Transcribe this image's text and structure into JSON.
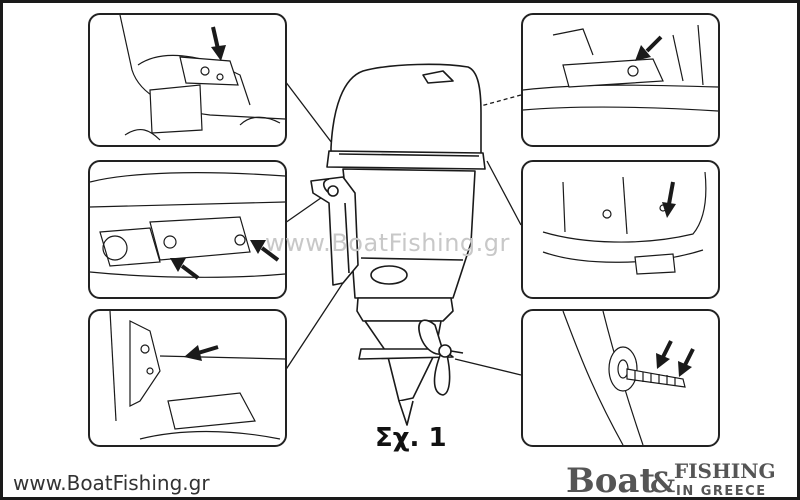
{
  "figure": {
    "caption": "Σχ. 1",
    "watermark": "www.BoatFishing.gr",
    "footer_url": "www.BoatFishing.gr",
    "logo": {
      "word1": "Boat",
      "ampersand": "&",
      "word2": "FISHING",
      "word3": "IN GREECE"
    }
  },
  "colors": {
    "line": "#1a1a1a",
    "panel_border": "#222222",
    "watermark": "#c8c8c8",
    "logo": "#555555",
    "background": "#ffffff"
  },
  "icons": [
    "arrow-icon"
  ]
}
